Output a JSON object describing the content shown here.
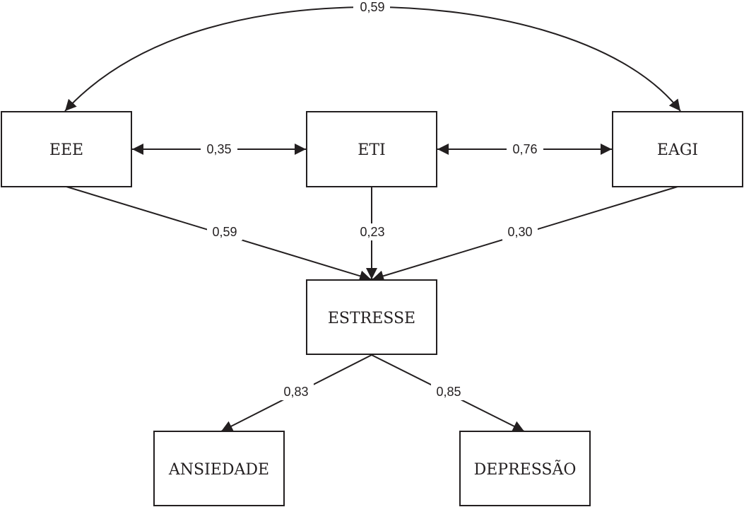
{
  "diagram": {
    "type": "structural-equation-model",
    "colors": {
      "stroke": "#231f20",
      "background": "#ffffff"
    },
    "nodes": [
      {
        "id": "EEE",
        "label": "EEE"
      },
      {
        "id": "ETI",
        "label": "ETI"
      },
      {
        "id": "EAGI",
        "label": "EAGI"
      },
      {
        "id": "ESTRESSE",
        "label": "ESTRESSE"
      },
      {
        "id": "ANSIEDADE",
        "label": "ANSIEDADE"
      },
      {
        "id": "DEPRESSAO",
        "label": "DEPRESSÃO"
      }
    ],
    "edges": [
      {
        "id": "eee-eagi",
        "from": "EEE",
        "to": "EAGI",
        "label": "0,59",
        "kind": "bidirectional-curved"
      },
      {
        "id": "eee-eti",
        "from": "EEE",
        "to": "ETI",
        "label": "0,35",
        "kind": "bidirectional"
      },
      {
        "id": "eti-eagi",
        "from": "ETI",
        "to": "EAGI",
        "label": "0,76",
        "kind": "bidirectional"
      },
      {
        "id": "eee-estresse",
        "from": "EEE",
        "to": "ESTRESSE",
        "label": "0,59",
        "kind": "directed"
      },
      {
        "id": "eti-estresse",
        "from": "ETI",
        "to": "ESTRESSE",
        "label": "0,23",
        "kind": "directed"
      },
      {
        "id": "eagi-estresse",
        "from": "EAGI",
        "to": "ESTRESSE",
        "label": "0,30",
        "kind": "directed"
      },
      {
        "id": "estresse-ansiedade",
        "from": "ESTRESSE",
        "to": "ANSIEDADE",
        "label": "0,83",
        "kind": "directed"
      },
      {
        "id": "estresse-depressao",
        "from": "ESTRESSE",
        "to": "DEPRESSAO",
        "label": "0,85",
        "kind": "directed"
      }
    ]
  }
}
